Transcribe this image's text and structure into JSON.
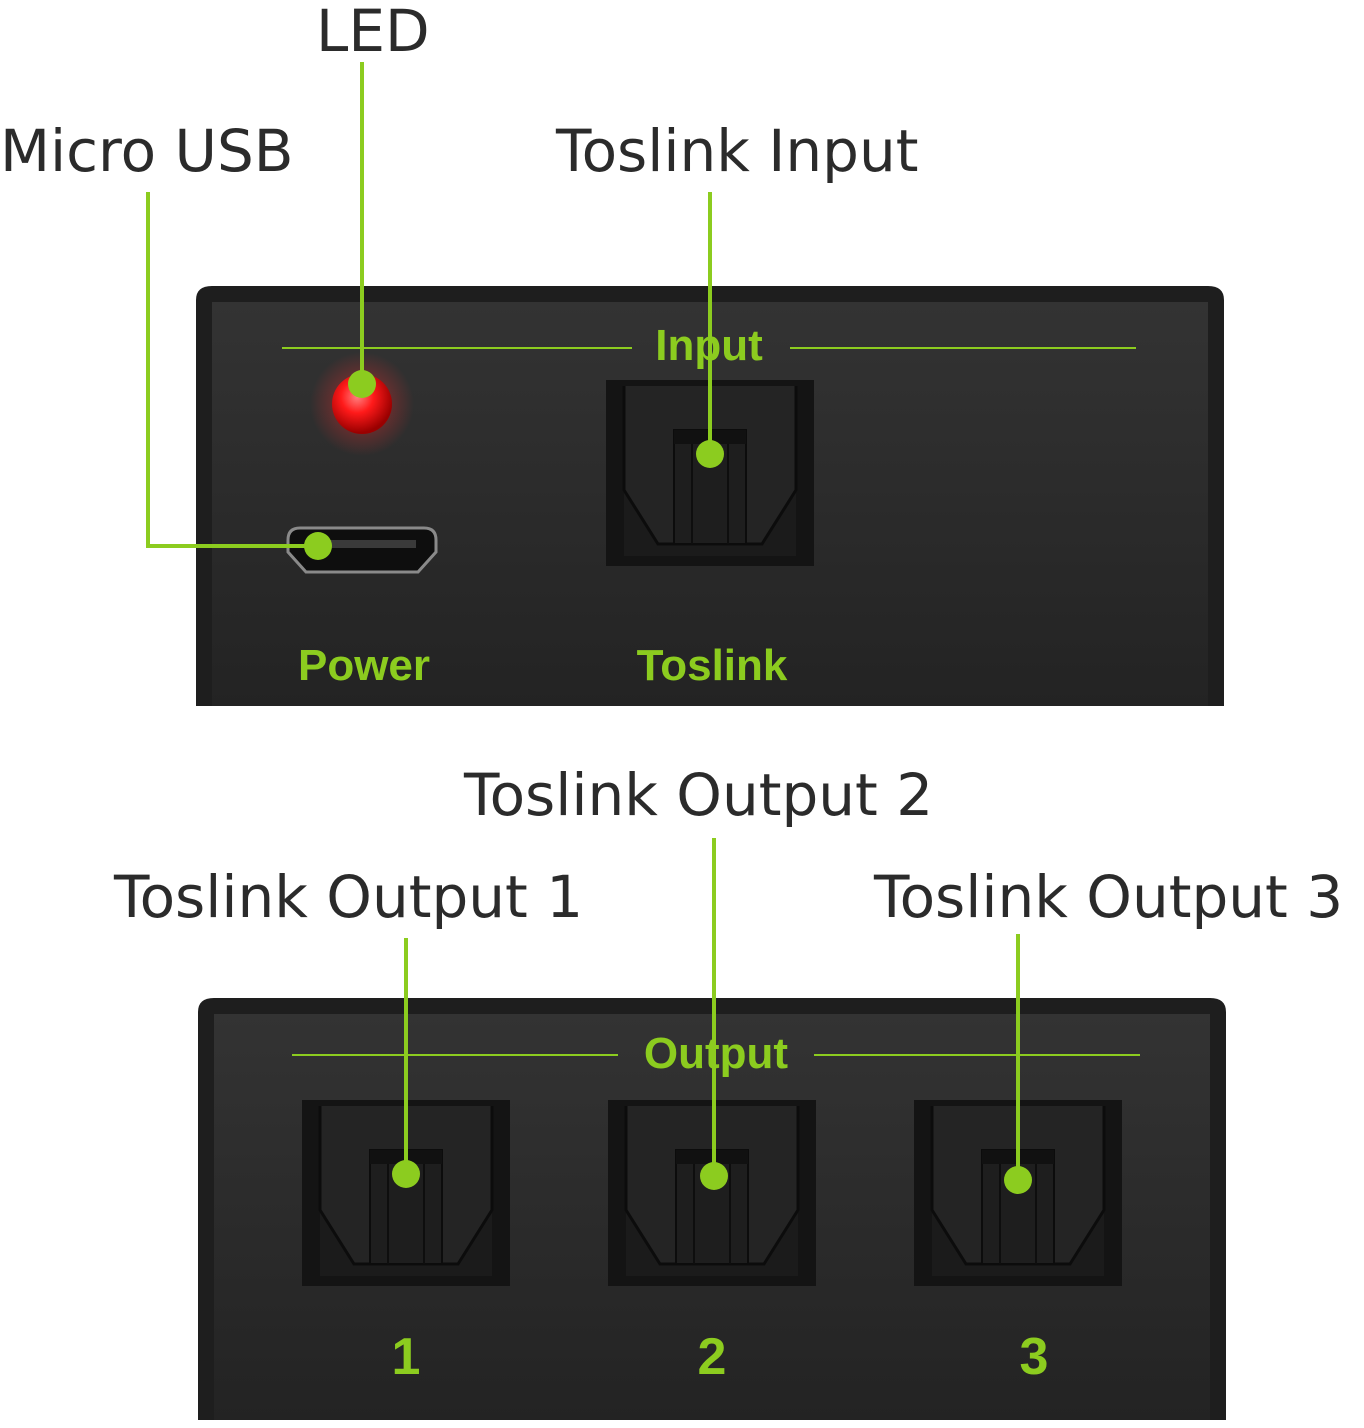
{
  "callouts": {
    "led": "LED",
    "micro_usb": "Micro USB",
    "toslink_input": "Toslink Input",
    "toslink_output_2": "Toslink Output 2",
    "toslink_output_1": "Toslink Output 1",
    "toslink_output_3": "Toslink Output 3"
  },
  "input_panel": {
    "header": "Input",
    "power_label": "Power",
    "toslink_label": "Toslink"
  },
  "output_panel": {
    "header": "Output",
    "port_numbers": [
      "1",
      "2",
      "3"
    ]
  },
  "colors": {
    "accent_green": "#8ccc1f",
    "panel_black": "#2a2a2a",
    "led_red": "#ff1a1a"
  }
}
